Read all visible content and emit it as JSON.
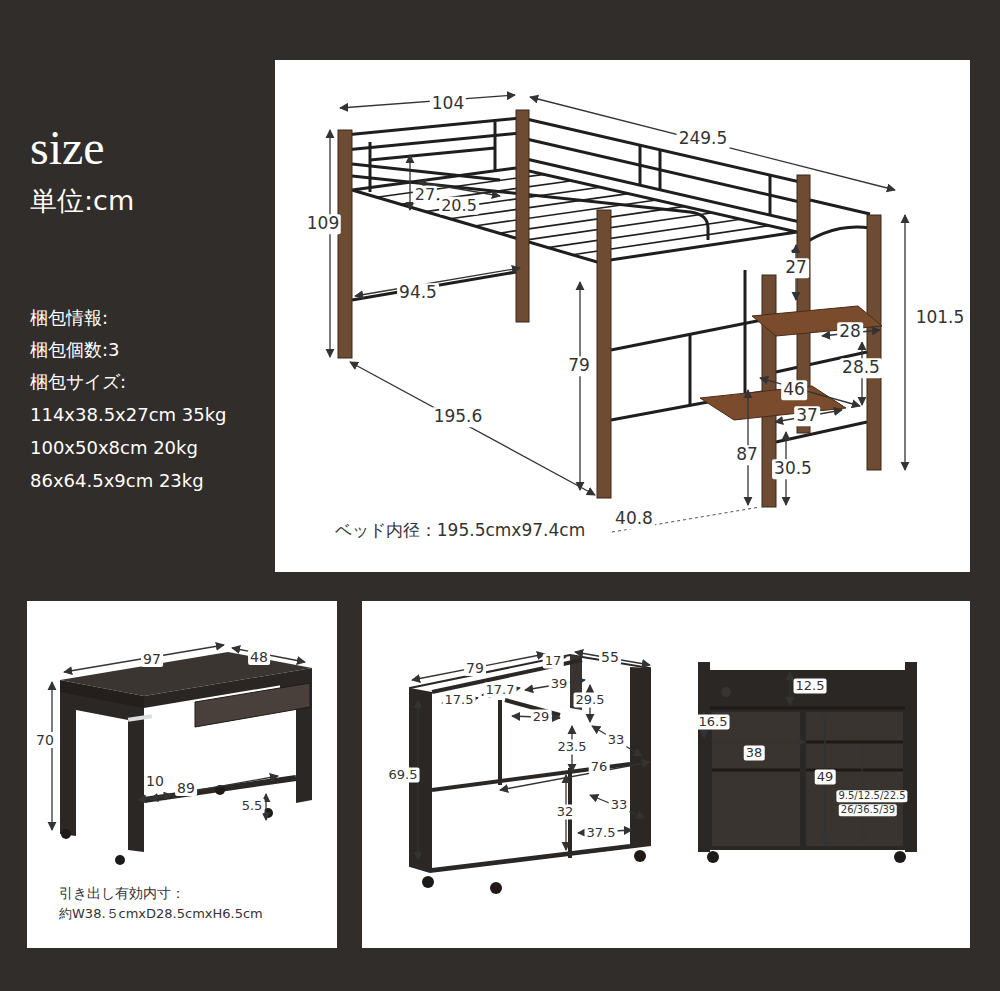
{
  "diagram": {
    "title": "size",
    "labels": [
      "単位:cm",
      "梱包情報:",
      "梱包個数:3",
      "梱包サイズ:",
      "114x38.5x27cm 35kg",
      "100x50x8cm 20kg",
      "86x64.5x9cm 23kg",
      "104",
      "249.5",
      "109",
      "27",
      "20.5",
      "94.5",
      "27",
      "79",
      "28",
      "101.5",
      "28.5",
      "46",
      "195.6",
      "37",
      "87",
      "30.5",
      "40.8",
      "ベッド内径：195.5cmx97.4cm",
      "97",
      "48",
      "70",
      "10",
      "89",
      "5.5",
      "引き出し有効内寸：",
      "約W38.５cmxD28.5cmxH6.5cm",
      "79",
      "17",
      "55",
      "17.5",
      "17.7",
      "39",
      "29.5",
      "29",
      "33",
      "23.5",
      "76",
      "69.5",
      "32",
      "33",
      "37.5",
      "12.5",
      "16.5",
      "38",
      "49",
      "9.5/12.5/22.5",
      "26/36.5/39"
    ]
  }
}
